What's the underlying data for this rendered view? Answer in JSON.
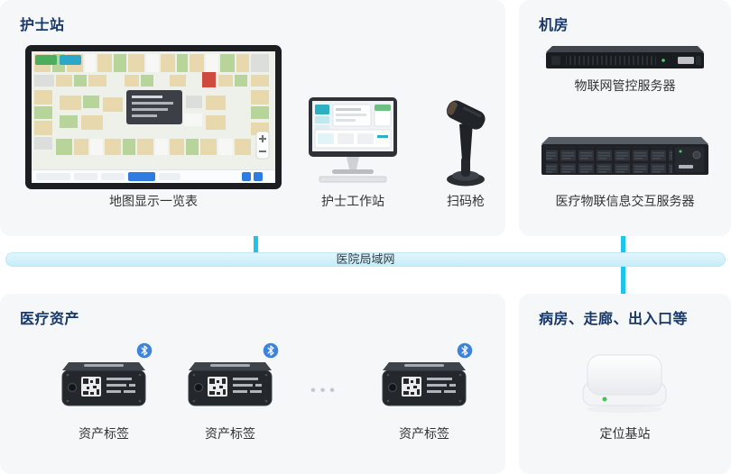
{
  "panels": {
    "nurse_station": {
      "title": "护士站"
    },
    "server_room": {
      "title": "机房"
    },
    "medical_assets": {
      "title": "医疗资产"
    },
    "locations": {
      "title": "病房、走廊、出入口等"
    }
  },
  "devices": {
    "map_display": {
      "label": "地图显示一览表"
    },
    "workstation": {
      "label": "护士工作站"
    },
    "scanner": {
      "label": "扫码枪"
    },
    "iot_server": {
      "label": "物联网管控服务器"
    },
    "exchange_server": {
      "label": "医疗物联信息交互服务器"
    },
    "base_station": {
      "label": "定位基站"
    }
  },
  "assets": {
    "tags": [
      {
        "label": "资产标签"
      },
      {
        "label": "资产标签"
      },
      {
        "label": "资产标签"
      }
    ],
    "ellipsis": "•••"
  },
  "network": {
    "lan_label": "医院局域网"
  },
  "colors": {
    "accent_cyan": "#1fc4ea",
    "panel_bg": "#f5f7f9",
    "title_navy": "#16386b",
    "label_gray": "#333333",
    "bluetooth_blue": "#3c83d9"
  }
}
